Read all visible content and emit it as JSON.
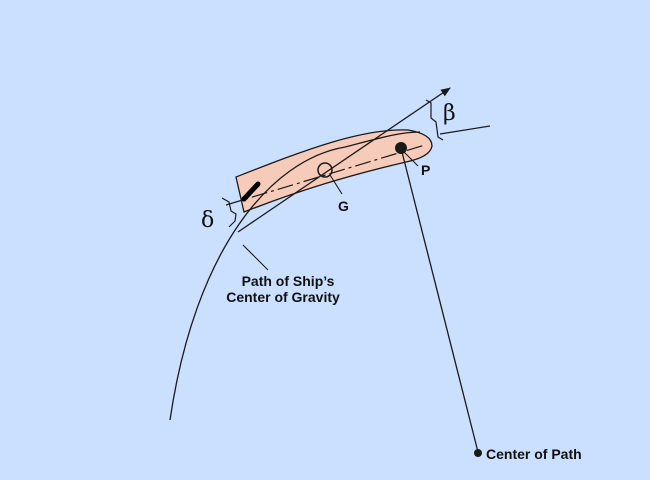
{
  "colors": {
    "background": "#cbe0ff",
    "hull_fill": "#f7cbb9",
    "line": "#1a1a1a"
  },
  "labels": {
    "beta": "β",
    "delta": "δ",
    "g": "G",
    "p": "P",
    "path_line1": "Path of Ship’s",
    "path_line2": "Center of Gravity",
    "center": "Center of Path"
  }
}
